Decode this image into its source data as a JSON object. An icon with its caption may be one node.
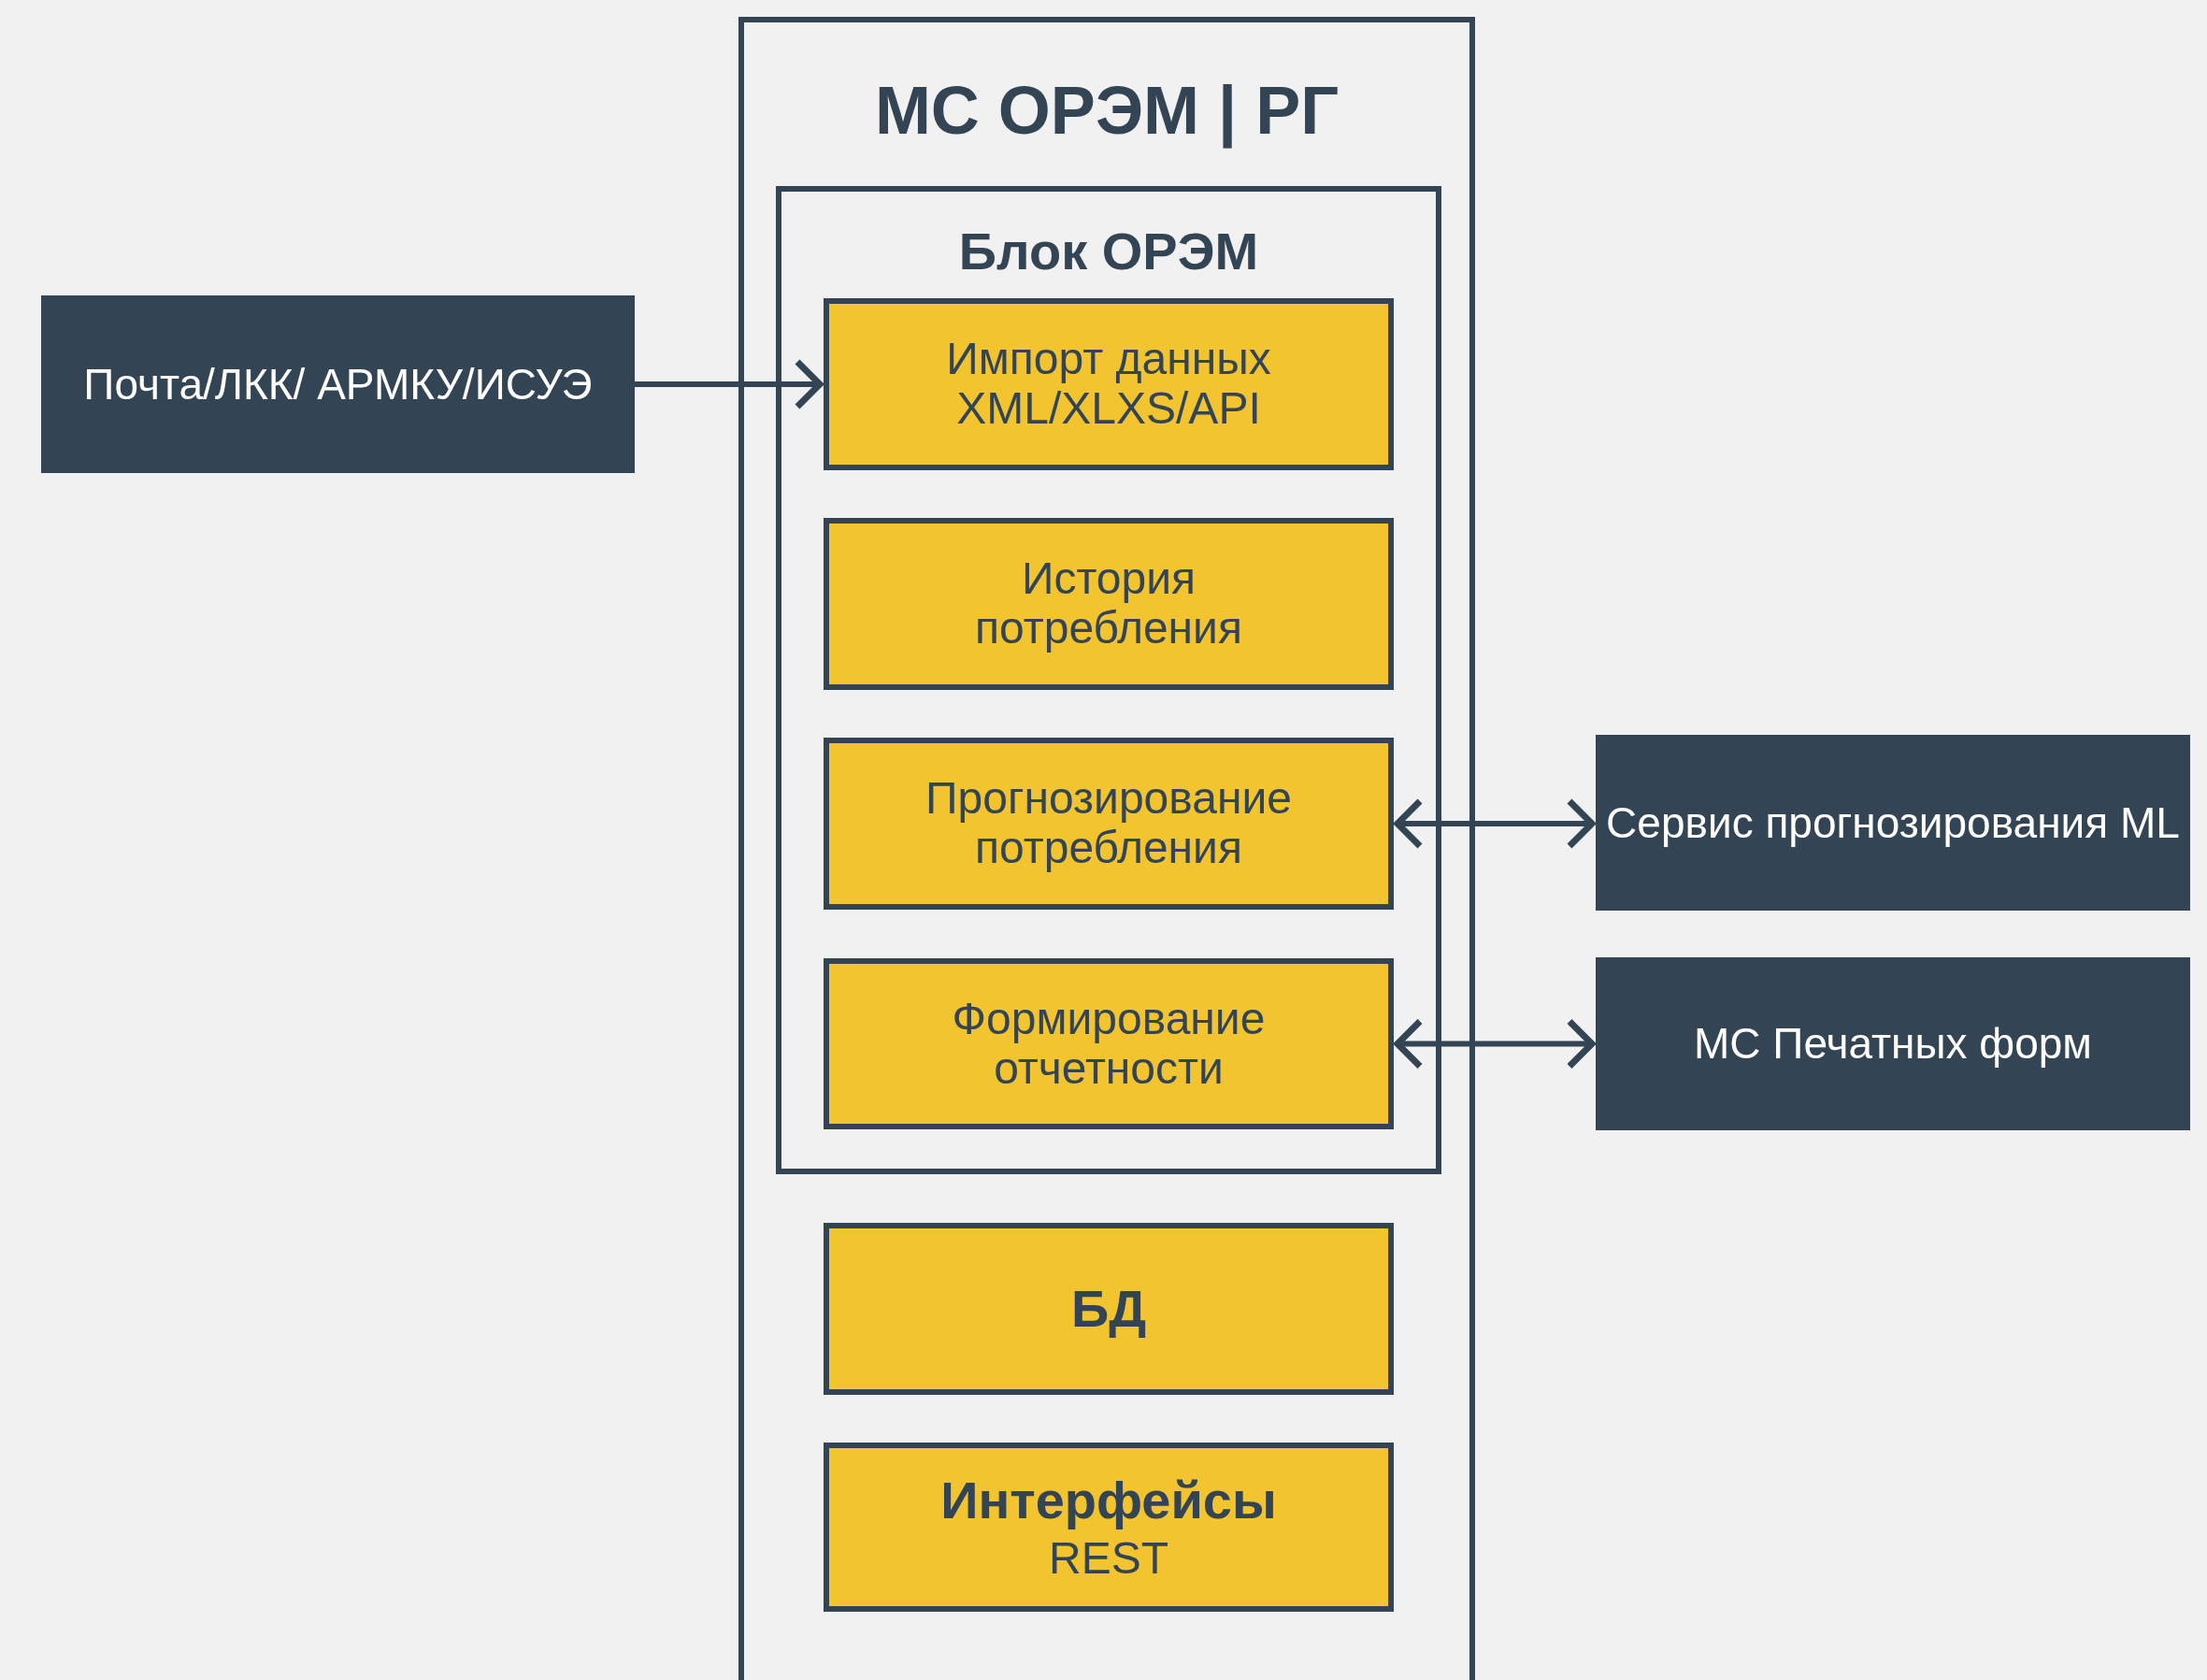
{
  "diagram": {
    "nodes": [
      {
        "text": [
          "МС ОРЭМ | РГ"
        ]
      },
      {
        "text": [
          "Блок ОРЭМ"
        ],
        "in": 0
      },
      {
        "text": [
          "Импорт данных XML/XLXS/API"
        ],
        "in": 1
      },
      {
        "text": [
          "История потребления"
        ],
        "in": 1
      },
      {
        "text": [
          "Прогнозирование потребления"
        ],
        "in": 1
      },
      {
        "text": [
          "Формирование отчетности"
        ],
        "in": 1
      },
      {
        "text": [
          "БД"
        ],
        "in": 0
      },
      {
        "text": [
          "Интерфейсы",
          "REST"
        ],
        "in": 0
      },
      {
        "text": [
          "Почта/ЛКК/ АРМКУ/ИСУЭ"
        ]
      },
      {
        "text": [
          "Сервис прогнозирования ML"
        ]
      },
      {
        "text": [
          "МС Печатных форм"
        ]
      }
    ],
    "edges": [
      {
        "from": 8,
        "to": 2,
        "arrow": "to"
      },
      {
        "from": 4,
        "to": 9,
        "arrow": "both"
      },
      {
        "from": 5,
        "to": 10,
        "arrow": "both"
      }
    ]
  }
}
